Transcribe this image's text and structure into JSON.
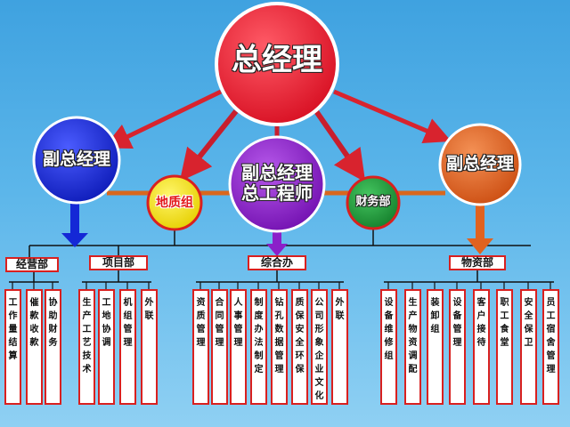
{
  "nodes": {
    "general_manager": "总经理",
    "vp_left": "副总经理",
    "vp_chief_engineer": "副总经理\n总工程师",
    "vp_right": "副总经理",
    "geology_group": "地质组",
    "finance_dept": "财务部"
  },
  "departments": [
    {
      "name": "经营部",
      "units": [
        "工作量结算",
        "催款收款",
        "协助财务"
      ]
    },
    {
      "name": "项目部",
      "units": [
        "生产工艺技术",
        "工地协调",
        "机组管理",
        "外联"
      ]
    },
    {
      "name": "综合办",
      "units": [
        "资质管理",
        "合同管理",
        "人事管理",
        "制度办法制定",
        "钻孔数据管理",
        "质保安全环保",
        "公司形象企业文化",
        "外联"
      ]
    },
    {
      "name": "物资部",
      "units": [
        "设备维修组",
        "生产物资调配",
        "装卸组",
        "设备管理",
        "客户接待",
        "职工食堂",
        "安全保卫",
        "员工宿舍管理"
      ]
    }
  ],
  "colors": {
    "general_manager": "#e8152b",
    "vp_left": "#1428d6",
    "vp_chief_engineer": "#8b20c9",
    "vp_right": "#e0621f",
    "geology_group": "#f4e20b",
    "finance_dept": "#1f9a3a",
    "connector": "#d9671d",
    "border": "#d9201f"
  }
}
